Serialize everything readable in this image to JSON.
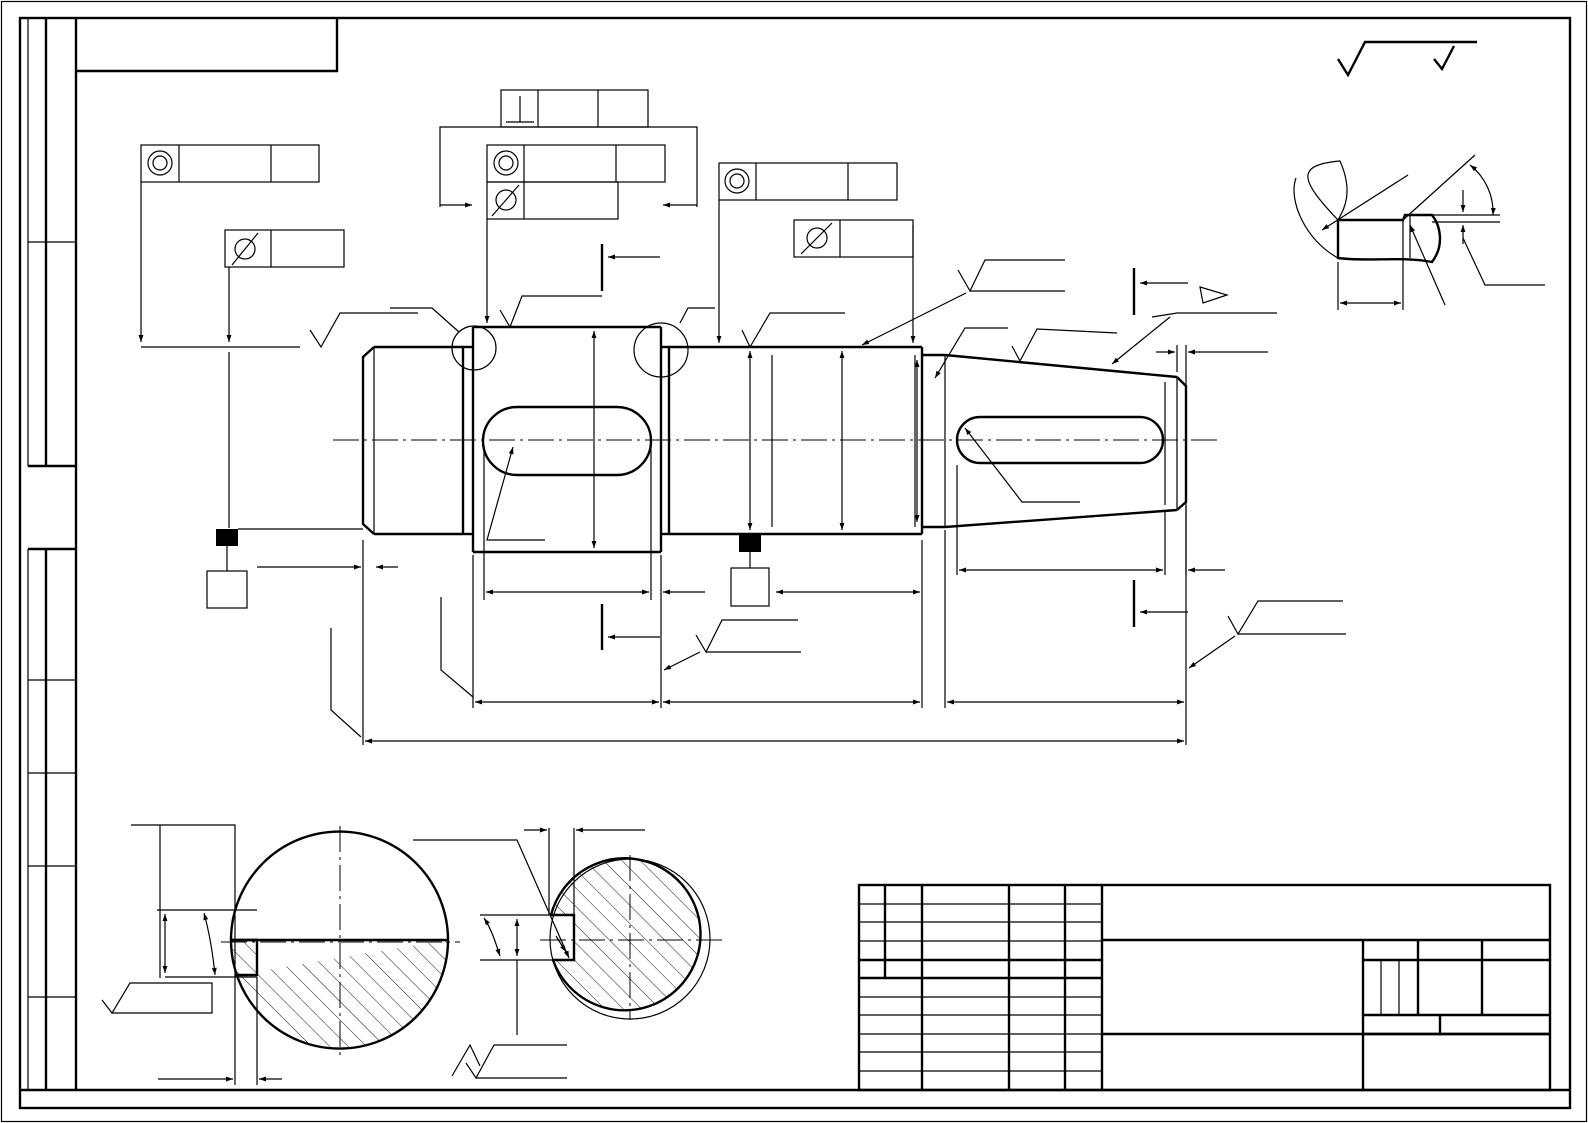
{
  "drawing": {
    "kind": "engineering-drawing",
    "subject": "stepped-shaft",
    "line_color": "#000000",
    "background_color": "#ffffff",
    "symbols": [
      "surface-roughness-symbol",
      "concentricity-tolerance-frame",
      "radial-runout-tolerance-frame",
      "perpendicularity-tolerance-frame",
      "datum-base-marker",
      "section-cutting-plane-marker",
      "key-slot",
      "detail-view-circle",
      "title-block"
    ]
  }
}
